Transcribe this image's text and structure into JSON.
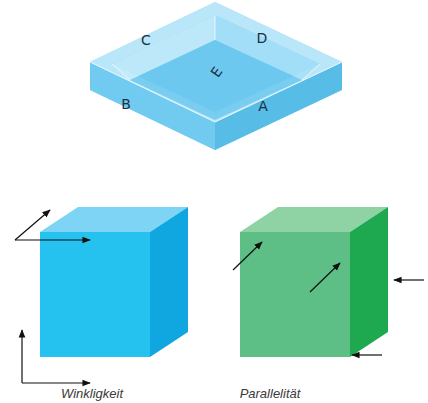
{
  "diagram": {
    "labels": [
      "C",
      "D",
      "E",
      "B",
      "A",
      "Winkligkeit",
      "Parallelität"
    ]
  }
}
